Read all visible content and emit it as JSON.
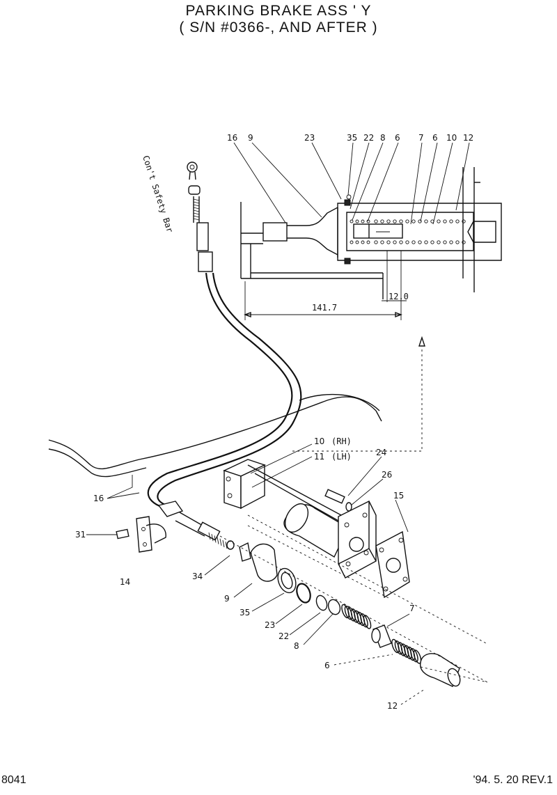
{
  "title": {
    "line1": "PARKING  BRAKE  ASS ' Y",
    "line2": "( S/N #0366-, AND AFTER )"
  },
  "side_note": "Con't Safety Bar",
  "section_callouts": [
    "16",
    "9",
    "23",
    "35",
    "22",
    "8",
    "6",
    "7",
    "6",
    "10",
    "12"
  ],
  "dimensions": {
    "overall": "141.7",
    "stroke": "12.0"
  },
  "exploded_callouts": {
    "c16": "16",
    "c31": "31",
    "c14": "14",
    "c34": "34",
    "c9": "9",
    "c35": "35",
    "c23": "23",
    "c22": "22",
    "c8": "8",
    "c6": "6",
    "c12": "12",
    "c7": "7",
    "c15": "15",
    "c24": "24",
    "c26": "26",
    "c10": "10",
    "c10_side": "(RH)",
    "c11": "11",
    "c11_side": "(LH)"
  },
  "footer": {
    "doc_no": "8041",
    "revision": "'94. 5. 20 REV.1"
  }
}
